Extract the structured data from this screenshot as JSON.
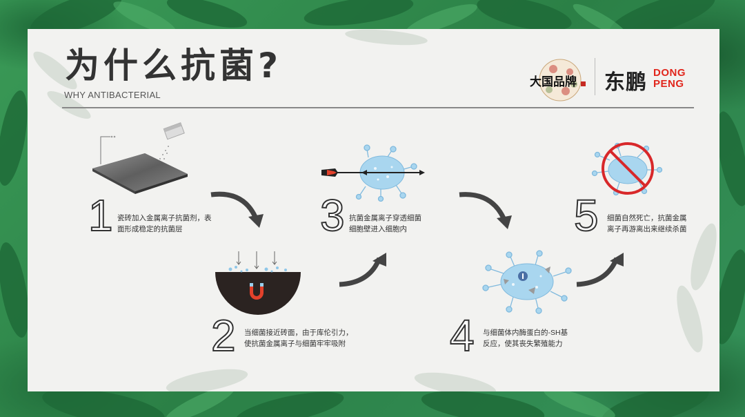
{
  "header": {
    "title": "为什么抗菌?",
    "subtitle": "WHY ANTIBACTERIAL"
  },
  "logos": {
    "partner_logo_text": "大国品牌",
    "brand_cn": "东鹏",
    "brand_en_line1": "DONG",
    "brand_en_line2": "PENG"
  },
  "steps": [
    {
      "number": "1",
      "lines": [
        "瓷砖加入金属离子抗菌剂，表",
        "面形成稳定的抗菌层"
      ]
    },
    {
      "number": "2",
      "lines": [
        "当细菌接近砖面，由于库伦引力，",
        "使抗菌金属离子与细菌牢牢吸附"
      ]
    },
    {
      "number": "3",
      "lines": [
        "抗菌金属离子穿透细菌",
        "细胞壁进入细胞内"
      ]
    },
    {
      "number": "4",
      "lines": [
        "与细菌体内酶蛋白的-SH基",
        "反应，使其丧失繁殖能力"
      ]
    },
    {
      "number": "5",
      "lines": [
        "细菌自然死亡，抗菌金属",
        "离子再游离出来继续杀菌"
      ]
    }
  ],
  "colors": {
    "frame_green": "#2f8a4c",
    "card_bg": "#f2f2f0",
    "arrow_gray": "#444444",
    "bacteria_blue": "#a9d6ef",
    "brand_red": "#e1261c",
    "no_sign_red": "#d8282a"
  }
}
